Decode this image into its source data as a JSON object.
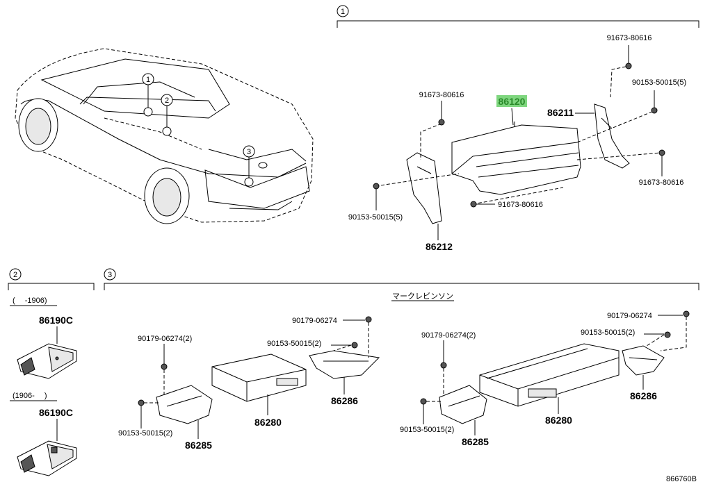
{
  "sections": {
    "s1": {
      "num": "1"
    },
    "s2": {
      "num": "2",
      "note_a": "(　 -1906)",
      "note_b": "(1906- 　)"
    },
    "s3": {
      "num": "3",
      "title": "マークレビンソン"
    }
  },
  "car_markers": [
    "1",
    "2",
    "3"
  ],
  "parts": {
    "p86120": "86120",
    "p86211": "86211",
    "p86212": "86212",
    "p86190c_a": "86190C",
    "p86190c_b": "86190C",
    "p86280_l": "86280",
    "p86285_l": "86285",
    "p86286_l": "86286",
    "p86280_r": "86280",
    "p86285_r": "86285",
    "p86286_r": "86286"
  },
  "fasteners": {
    "f1": "91673-80616",
    "f2": "90153-50015(5)",
    "f3": "91673-80616",
    "f4": "91673-80616",
    "f5": "90153-50015(5)",
    "f6": "91673-80616",
    "l1": "90179-06274",
    "l2": "90179-06274(2)",
    "l3": "90153-50015(2)",
    "l4": "90153-50015(2)",
    "r1": "90179-06274",
    "r2": "90179-06274(2)",
    "r3": "90153-50015(2)",
    "r4": "90153-50015(2)"
  },
  "highlight_color": "#2a8a2a",
  "diagram_id": "866760B"
}
